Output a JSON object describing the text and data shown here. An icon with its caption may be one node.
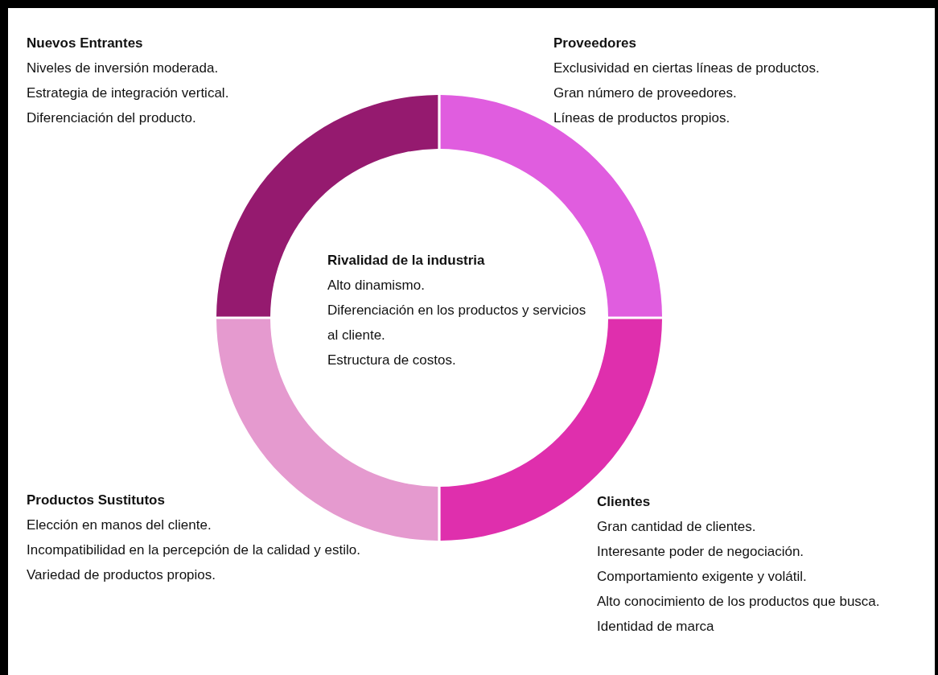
{
  "diagram": {
    "nodes": [
      {
        "text": [],
        "shape": "arc",
        "beside": [
          "Nuevos Entrantes",
          "Niveles de inversión moderada.",
          "Estrategia de integración vertical.",
          "Diferenciación del producto."
        ]
      },
      {
        "text": [],
        "shape": "arc",
        "beside": [
          "Proveedores",
          "Exclusividad  en ciertas líneas de productos.",
          "Gran número de proveedores.",
          "Líneas de productos propios."
        ]
      },
      {
        "text": [],
        "shape": "arc",
        "beside": [
          "Productos Sustitutos",
          "Elección en manos del cliente.",
          "Incompatibilidad en la percepción de la calidad y estilo.",
          "Variedad de productos propios."
        ]
      },
      {
        "text": [],
        "shape": "arc",
        "beside": [
          "Clientes",
          "Gran cantidad de clientes.",
          "Interesante poder de negociación.",
          "Comportamiento exigente y volátil.",
          "Alto conocimiento de los productos que busca.",
          "Identidad de marca"
        ]
      }
    ],
    "edges": [],
    "labels": [
      "Rivalidad de la industria",
      "Alto dinamismo.",
      "Diferenciación en los productos y servicios al cliente.",
      "Estructura de costos."
    ]
  }
}
